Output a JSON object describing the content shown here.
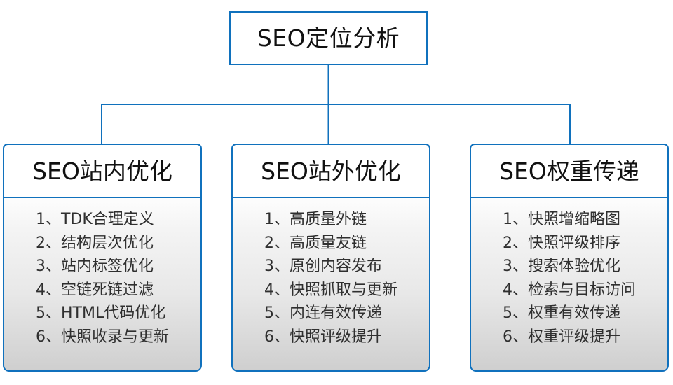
{
  "root": {
    "label": "SEO定位分析"
  },
  "colors": {
    "connector": "#1071BD",
    "border": "#1071BD",
    "header_bg": "#FFFFFF",
    "body_gradient_top": "#FDFDFD",
    "body_gradient_bottom": "#CFCFCF",
    "title_text": "#111111",
    "item_text": "#2F2F2F"
  },
  "branches": [
    {
      "header": "SEO站内优化",
      "items": [
        "1、TDK合理定义",
        "2、结构层次优化",
        "3、站内标签优化",
        "4、空链死链过滤",
        "5、HTML代码优化",
        "6、快照收录与更新"
      ]
    },
    {
      "header": "SEO站外优化",
      "items": [
        "1、高质量外链",
        "2、高质量友链",
        "3、原创内容发布",
        "4、快照抓取与更新",
        "5、内连有效传递",
        "6、快照评级提升"
      ]
    },
    {
      "header": "SEO权重传递",
      "items": [
        "1、快照增缩略图",
        "2、快照评级排序",
        "3、搜索体验优化",
        "4、检索与目标访问",
        "5、权重有效传递",
        "6、权重评级提升"
      ]
    }
  ]
}
